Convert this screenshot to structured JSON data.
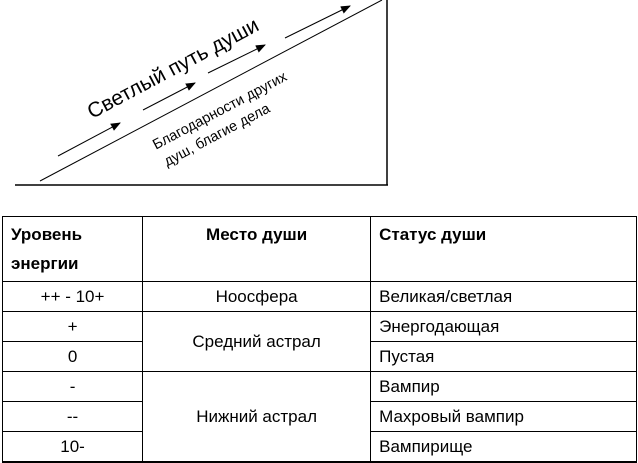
{
  "diagram": {
    "path_label": "Светлый путь души",
    "note_line1": "Благодарности других",
    "note_line2": "душ, благие дела"
  },
  "table": {
    "headers": [
      "Уровень энергии",
      "Место души",
      "Статус души"
    ],
    "rows": [
      {
        "level": "++ - 10+",
        "place": "Ноосфера",
        "status": "Великая/светлая"
      },
      {
        "level": "+",
        "place": "Средний астрал",
        "status": "Энергодающая"
      },
      {
        "level": "0",
        "status": "Пустая"
      },
      {
        "level": "-",
        "place": "Нижний астрал",
        "status": "Вампир"
      },
      {
        "level": "--",
        "status": "Махровый вампир"
      },
      {
        "level": "10-",
        "status": "Вампирище"
      }
    ]
  }
}
